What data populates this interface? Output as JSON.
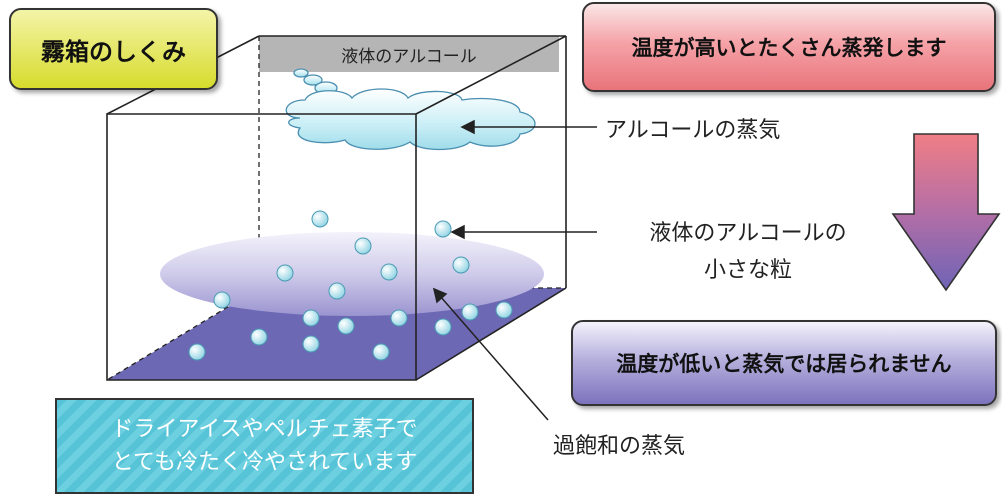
{
  "title": "霧箱のしくみ",
  "liquid_alcohol": "液体のアルコール",
  "hot_message": "温度が高いとたくさん蒸発します",
  "cold_message": "温度が低いと蒸気では居られません",
  "labels": {
    "alcohol_vapor": "アルコールの蒸気",
    "droplets_line1": "液体のアルコールの",
    "droplets_line2": "小さな粒",
    "supersaturated": "過飽和の蒸気"
  },
  "cooling_note": {
    "line1": "ドライアイスやペルチェ素子で",
    "line2": "とても冷たく冷やされています"
  },
  "colors": {
    "floor": "#6d68b4",
    "liquid_band": "#b5b5b5",
    "arrow_top": "#f07e86",
    "arrow_bottom": "#6e64b6",
    "note_box": "#5fc8da"
  }
}
